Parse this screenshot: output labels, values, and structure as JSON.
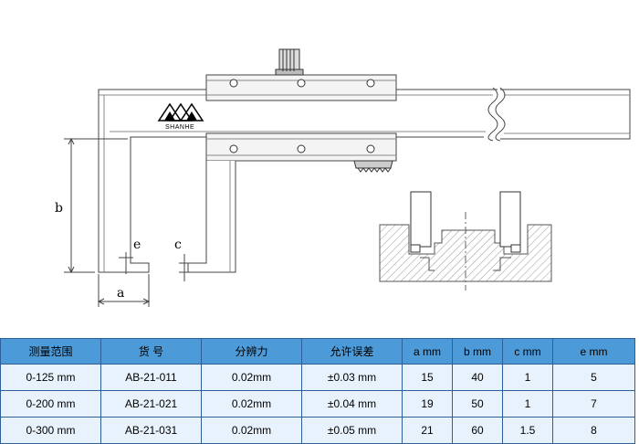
{
  "brand": {
    "name": "SHANHE"
  },
  "diagram": {
    "dim_a": "a",
    "dim_b": "b",
    "dim_c": "c",
    "dim_e": "e"
  },
  "table": {
    "headers": [
      "测量范围",
      "货 号",
      "分辨力",
      "允许误差",
      "a mm",
      "b mm",
      "c mm",
      "e mm"
    ],
    "rows": [
      [
        "0-125 mm",
        "AB-21-011",
        "0.02mm",
        "±0.03 mm",
        "15",
        "40",
        "1",
        "5"
      ],
      [
        "0-200 mm",
        "AB-21-021",
        "0.02mm",
        "±0.04 mm",
        "19",
        "50",
        "1",
        "7"
      ],
      [
        "0-300 mm",
        "AB-21-031",
        "0.02mm",
        "±0.05 mm",
        "21",
        "60",
        "1.5",
        "8"
      ]
    ]
  },
  "colors": {
    "header_bg": "#4d9ad8",
    "row_bg": "#e8f2fc",
    "border": "#2f5f9a"
  }
}
